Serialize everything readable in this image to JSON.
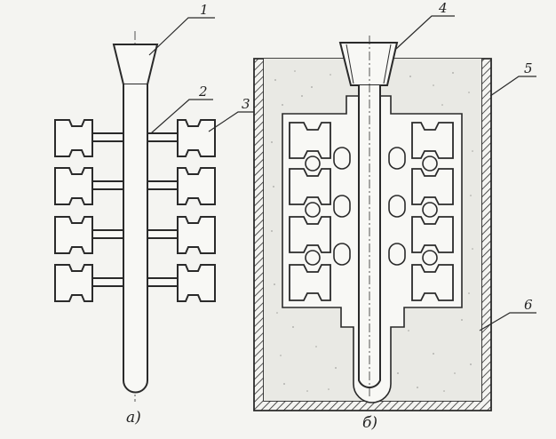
{
  "figure": {
    "subfigure_a": {
      "caption": "a)"
    },
    "subfigure_b": {
      "caption": "б)"
    }
  },
  "callouts": [
    {
      "id": "c1",
      "number": "1"
    },
    {
      "id": "c2",
      "number": "2"
    },
    {
      "id": "c3",
      "number": "3"
    },
    {
      "id": "c4",
      "number": "4"
    },
    {
      "id": "c5",
      "number": "5"
    },
    {
      "id": "c6",
      "number": "6"
    }
  ],
  "colors": {
    "ink": "#2a2a2a",
    "paper": "#f4f4f1",
    "sand": "#e9e9e4"
  },
  "structure": {
    "cluster_rows": 4,
    "parts_per_side": 4
  }
}
